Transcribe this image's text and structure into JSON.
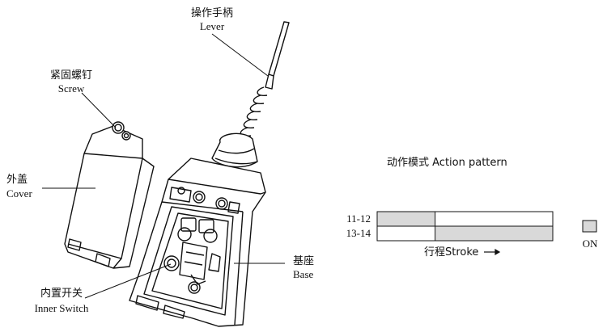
{
  "labels": {
    "lever": {
      "cn": "操作手柄",
      "en": "Lever"
    },
    "screw": {
      "cn": "紧固螺钉",
      "en": "Screw"
    },
    "cover": {
      "cn": "外盖",
      "en": "Cover"
    },
    "base": {
      "cn": "基座",
      "en": "Base"
    },
    "inner_switch": {
      "cn": "内置开关",
      "en": "Inner Switch"
    }
  },
  "action_pattern": {
    "title": "动作模式 Action pattern",
    "rows": [
      {
        "label": "11-12",
        "on_from": 0.0,
        "on_to": 0.33
      },
      {
        "label": "13-14",
        "on_from": 0.33,
        "on_to": 1.0
      }
    ],
    "stroke_label": "行程Stroke",
    "legend_label": "ON",
    "on_color": "#d9d9d9",
    "line_color": "#111111"
  }
}
